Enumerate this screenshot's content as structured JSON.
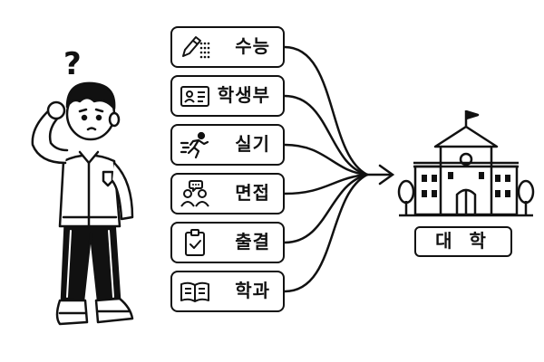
{
  "criteria": [
    {
      "label": "수능",
      "icon": "pencil-grid-icon"
    },
    {
      "label": "학생부",
      "icon": "id-card-icon"
    },
    {
      "label": "실기",
      "icon": "running-person-icon"
    },
    {
      "label": "면접",
      "icon": "interview-people-icon"
    },
    {
      "label": "출결",
      "icon": "clipboard-check-icon"
    },
    {
      "label": "학과",
      "icon": "open-book-icon"
    }
  ],
  "destination": {
    "label": "대 학",
    "icon": "university-building-icon"
  },
  "character": {
    "icon": "confused-student-icon",
    "thought": "?"
  }
}
